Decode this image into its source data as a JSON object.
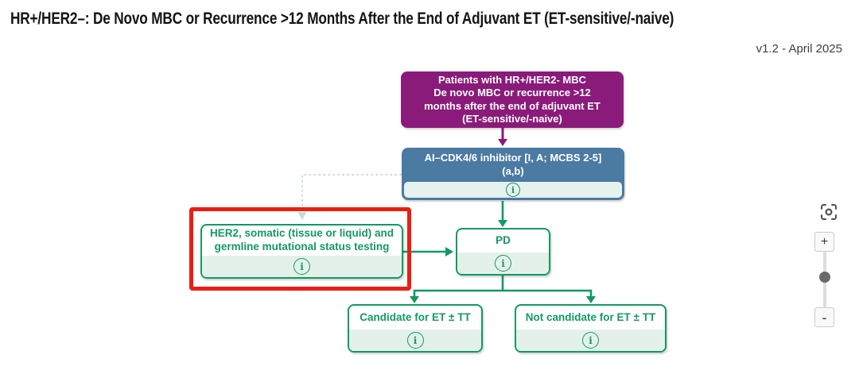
{
  "page": {
    "title": "HR+/HER2–: De Novo MBC or Recurrence >12 Months After the End of Adjuvant ET (ET-sensitive/-naive)",
    "version": "v1.2 - April 2025"
  },
  "flowchart": {
    "info_symbol": "i",
    "patients_box": {
      "line1": "Patients with HR+/HER2- MBC",
      "line2": "De novo MBC or recurrence >12",
      "line3": "months after the end of adjuvant ET",
      "line4": "(ET-sensitive/-naive)"
    },
    "ai_cdk_box": {
      "line1": "AI–CDK4/6 inhibitor [I, A; MCBS 2-5]",
      "line2": "(a,b)"
    },
    "her2_testing_box": {
      "line1": "HER2, somatic (tissue or liquid) and",
      "line2": "germline mutational status testing",
      "highlighted": true
    },
    "pd_box": {
      "label": "PD"
    },
    "candidate_box": {
      "label": "Candidate for ET ± TT"
    },
    "not_candidate_box": {
      "label": "Not candidate for ET ± TT"
    }
  },
  "zoom_controls": {
    "zoom_in_label": "+",
    "zoom_out_label": "-"
  },
  "colors": {
    "purple": "#8a1b7a",
    "blue": "#4b7aa3",
    "green": "#129a63",
    "light_green": "#e4f1ea",
    "red_highlight": "#ec1e12",
    "dotted_teal": "#c3ddd8"
  }
}
